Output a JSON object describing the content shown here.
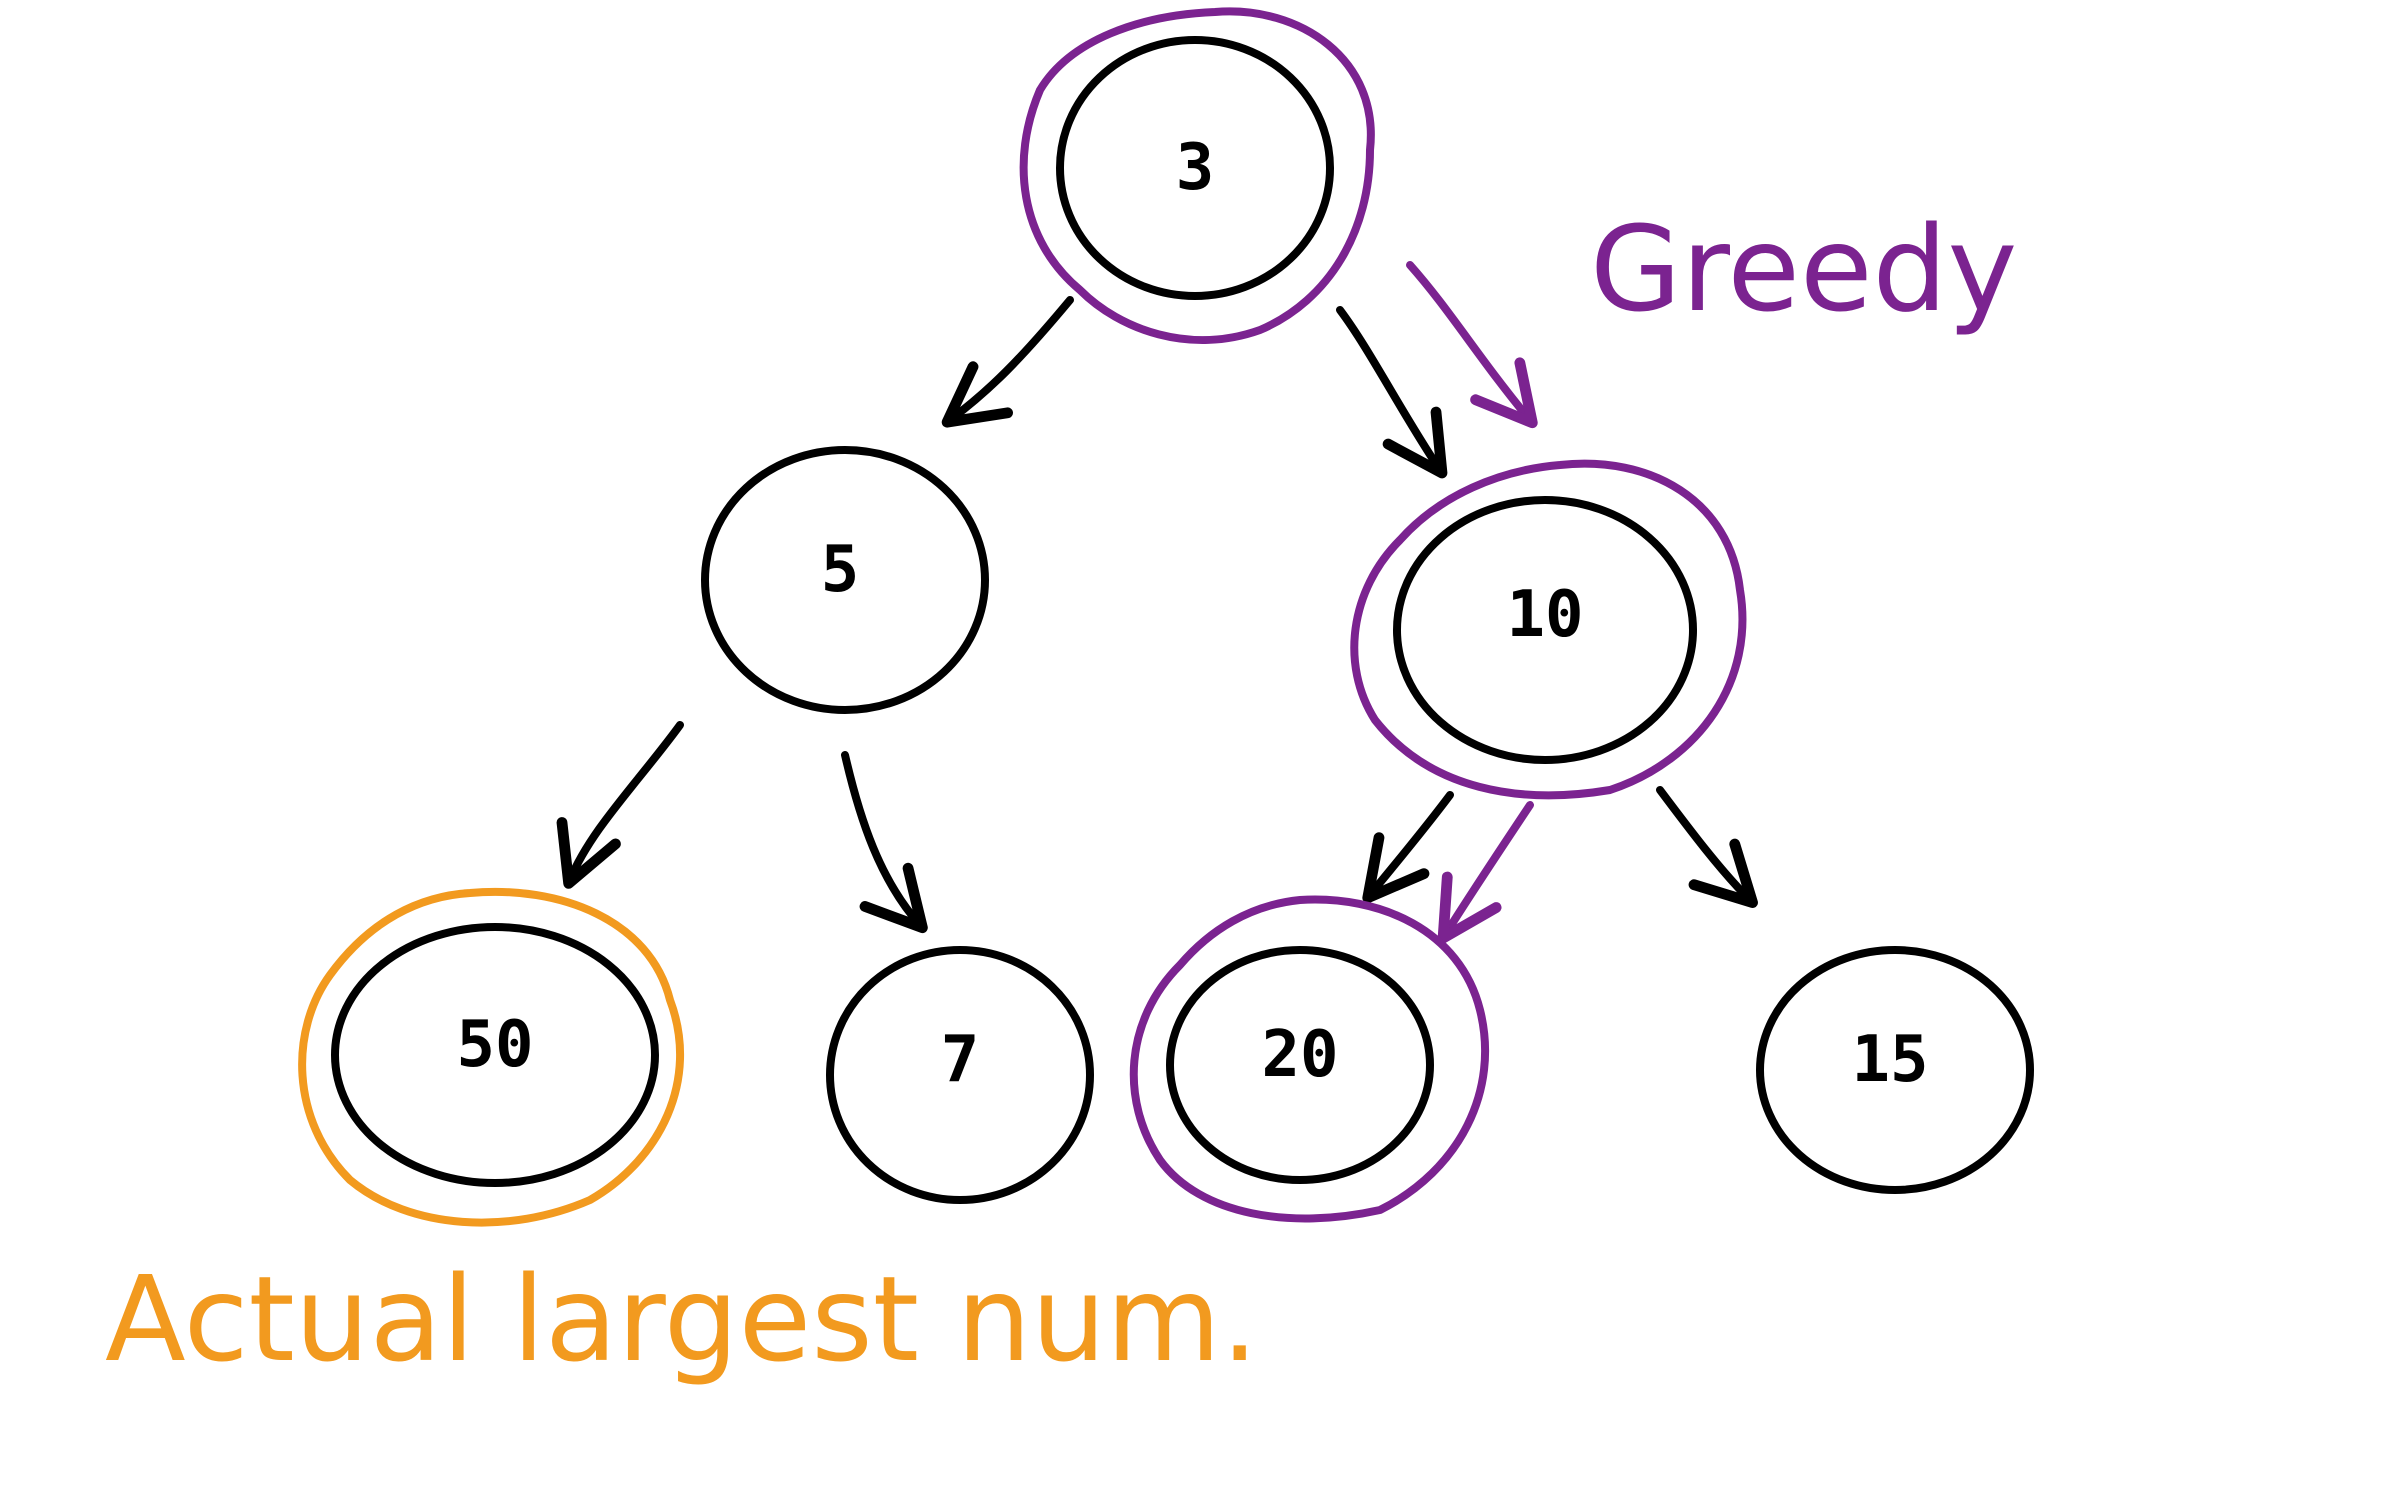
{
  "colors": {
    "ink": "#000000",
    "greedy": "#7b2390",
    "actual": "#f29a1f"
  },
  "tree": {
    "nodes": [
      {
        "id": "n3",
        "label": "3"
      },
      {
        "id": "n5",
        "label": "5"
      },
      {
        "id": "n10",
        "label": "10"
      },
      {
        "id": "n50",
        "label": "50"
      },
      {
        "id": "n7",
        "label": "7"
      },
      {
        "id": "n20",
        "label": "20"
      },
      {
        "id": "n15",
        "label": "15"
      }
    ],
    "edges": [
      {
        "from": "3",
        "to": "5"
      },
      {
        "from": "3",
        "to": "10"
      },
      {
        "from": "5",
        "to": "50"
      },
      {
        "from": "5",
        "to": "7"
      },
      {
        "from": "10",
        "to": "20"
      },
      {
        "from": "10",
        "to": "15"
      }
    ],
    "greedy_path": [
      "3",
      "10",
      "20"
    ],
    "actual_largest": "50"
  },
  "annotations": {
    "greedy_label": "Greedy",
    "actual_label": "Actual largest num."
  }
}
